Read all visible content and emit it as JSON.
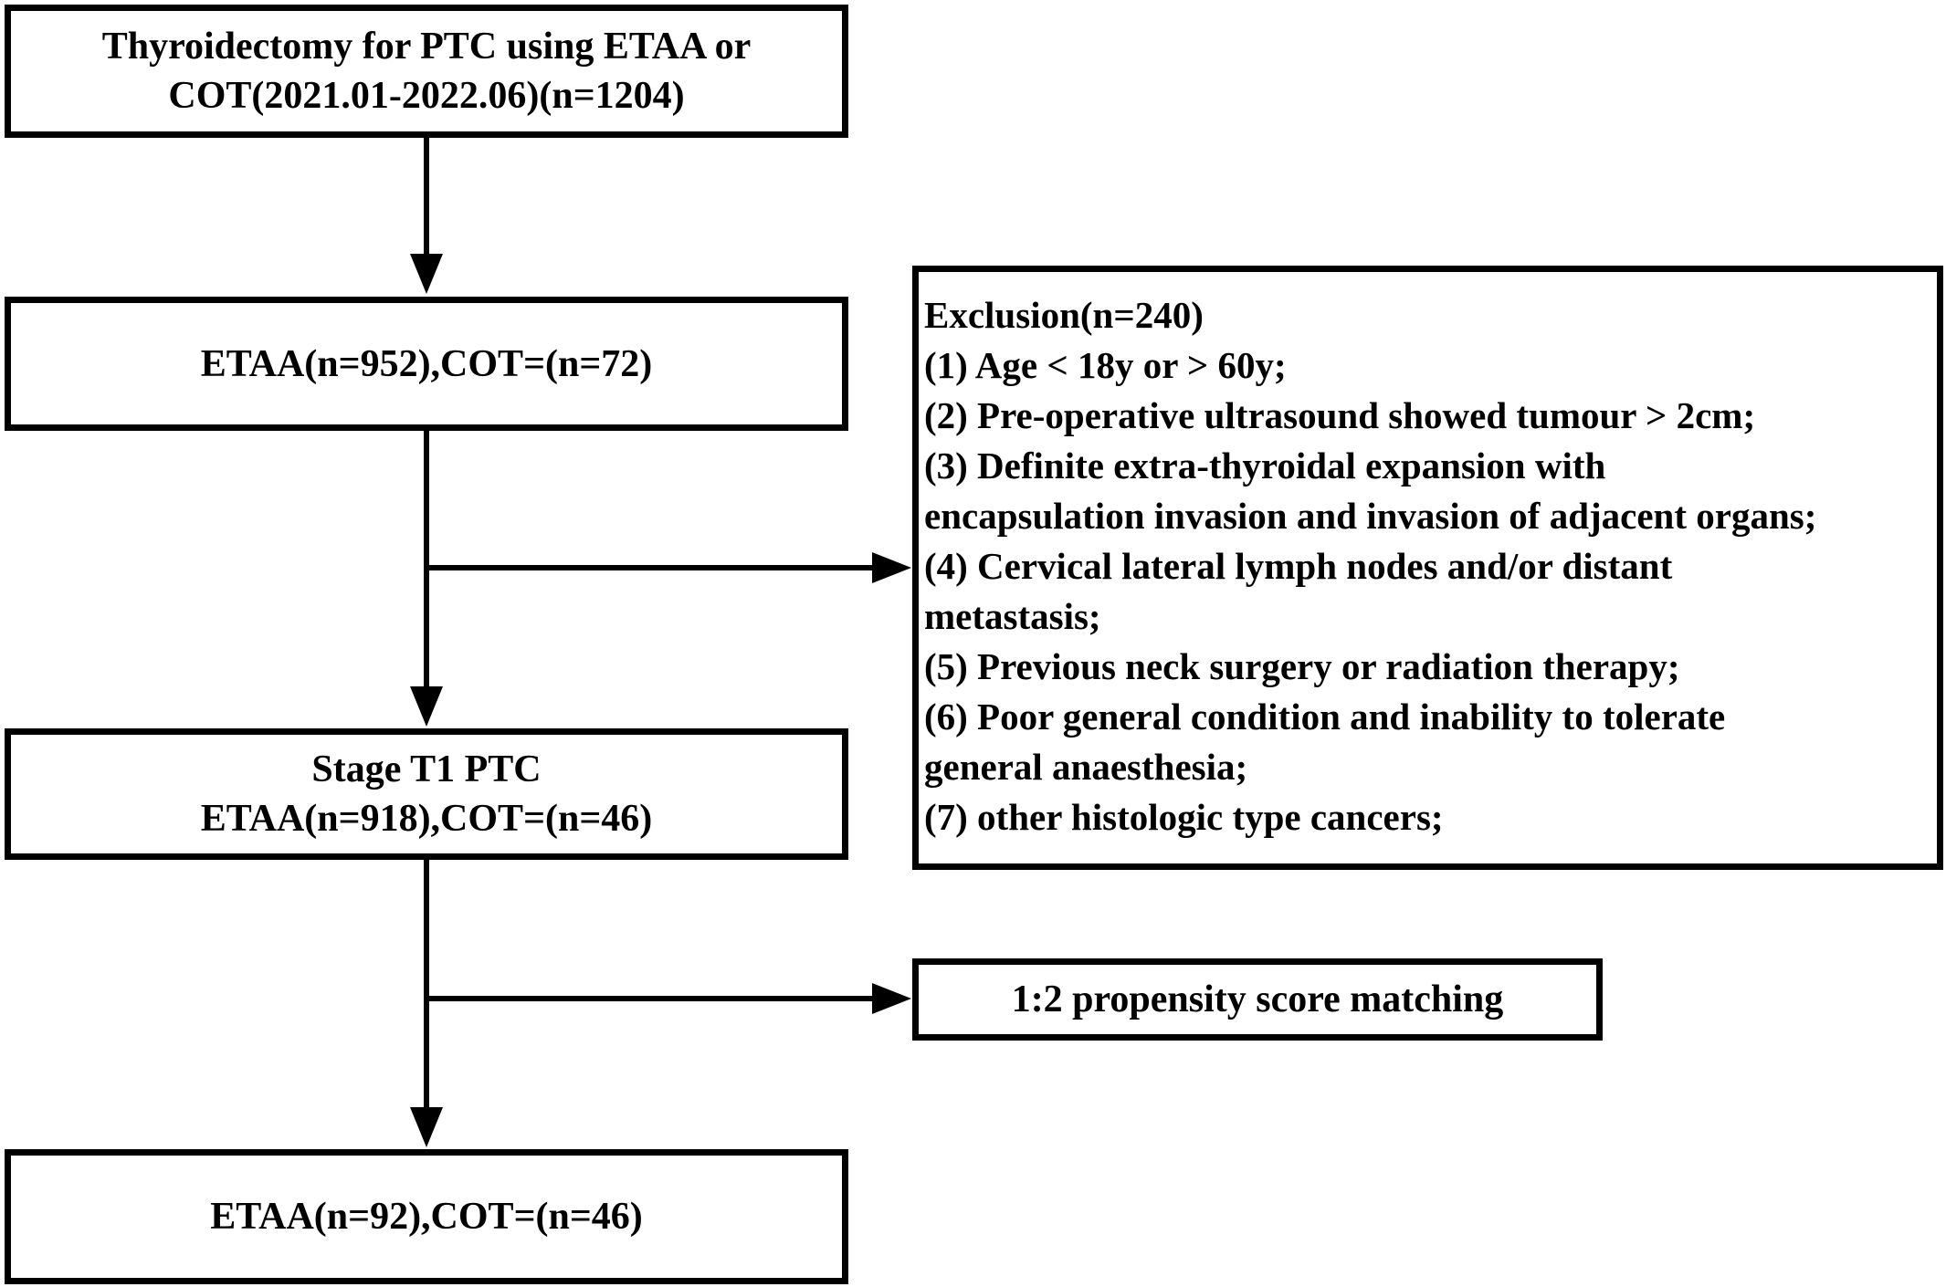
{
  "flowchart": {
    "box_start": {
      "lines": [
        "Thyroidectomy for PTC using ETAA or",
        "COT(2021.01-2022.06)(n=1204)"
      ]
    },
    "box_groups": {
      "lines": [
        "ETAA(n=952),COT=(n=72)"
      ]
    },
    "box_exclusion": {
      "lines": [
        "Exclusion(n=240)",
        "(1) Age < 18y or > 60y;",
        "(2) Pre-operative ultrasound showed tumour > 2cm;",
        "(3) Definite extra-thyroidal expansion with",
        "encapsulation invasion and invasion of adjacent organs;",
        "(4) Cervical lateral lymph nodes and/or distant",
        "metastasis;",
        "(5) Previous neck surgery or radiation therapy;",
        "(6) Poor general condition and inability to tolerate",
        "general anaesthesia;",
        "(7) other histologic type cancers;"
      ]
    },
    "box_stage": {
      "lines": [
        "Stage T1 PTC",
        "ETAA(n=918),COT=(n=46)"
      ]
    },
    "box_matching": {
      "lines": [
        "1:2 propensity score matching"
      ]
    },
    "box_final": {
      "lines": [
        "ETAA(n=92),COT=(n=46)"
      ]
    },
    "colors": {
      "stroke": "#000000",
      "background": "#ffffff"
    }
  }
}
